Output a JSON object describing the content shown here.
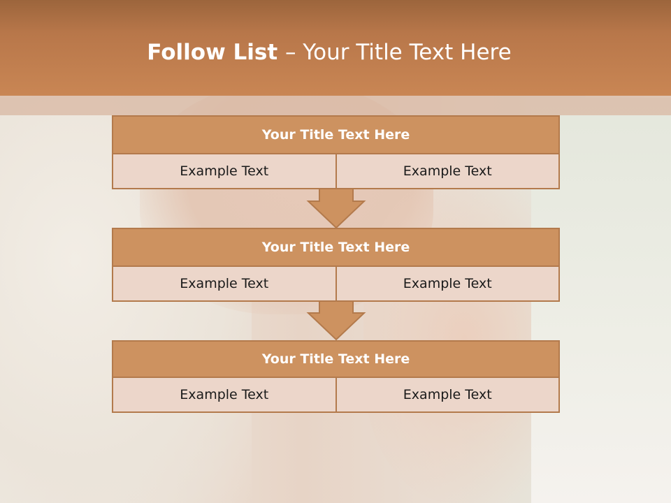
{
  "header": {
    "title_bold": "Follow List ",
    "title_rest": " – Your Title Text Here"
  },
  "blocks": [
    {
      "title": "Your Title Text Here",
      "cells": [
        "Example Text",
        "Example Text"
      ]
    },
    {
      "title": "Your Title Text Here",
      "cells": [
        "Example Text",
        "Example Text"
      ]
    },
    {
      "title": "Your Title Text Here",
      "cells": [
        "Example Text",
        "Example Text"
      ]
    }
  ],
  "colors": {
    "header": "#c98654",
    "block_title": "#cd9260",
    "cell": "#ecd6ca",
    "border": "#b37a4c"
  },
  "icons": {
    "arrow": "down-arrow-icon"
  }
}
